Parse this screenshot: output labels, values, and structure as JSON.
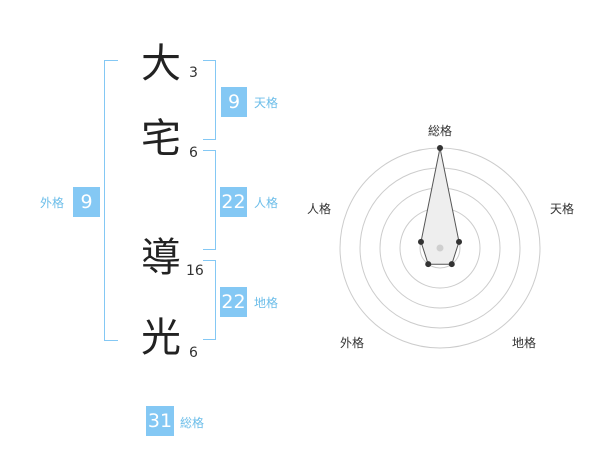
{
  "name_chars": [
    {
      "char": "大",
      "strokes": "3"
    },
    {
      "char": "宅",
      "strokes": "6"
    },
    {
      "char": "導",
      "strokes": "16"
    },
    {
      "char": "光",
      "strokes": "6"
    }
  ],
  "kakusu": {
    "tenkaku": {
      "value": "9",
      "label": "天格"
    },
    "jinkaku": {
      "value": "22",
      "label": "人格"
    },
    "chikaku": {
      "value": "22",
      "label": "地格"
    },
    "gaikaku": {
      "value": "9",
      "label": "外格"
    },
    "soukaku": {
      "value": "31",
      "label": "総格"
    }
  },
  "radar": {
    "axes": [
      "総格",
      "天格",
      "地格",
      "外格",
      "人格"
    ],
    "values": [
      5,
      1,
      1,
      1,
      1
    ],
    "max": 5,
    "ring_color": "#cccccc",
    "fill_color": "#eeeeee",
    "point_color": "#333333"
  },
  "accent_color": "#84c8f4"
}
